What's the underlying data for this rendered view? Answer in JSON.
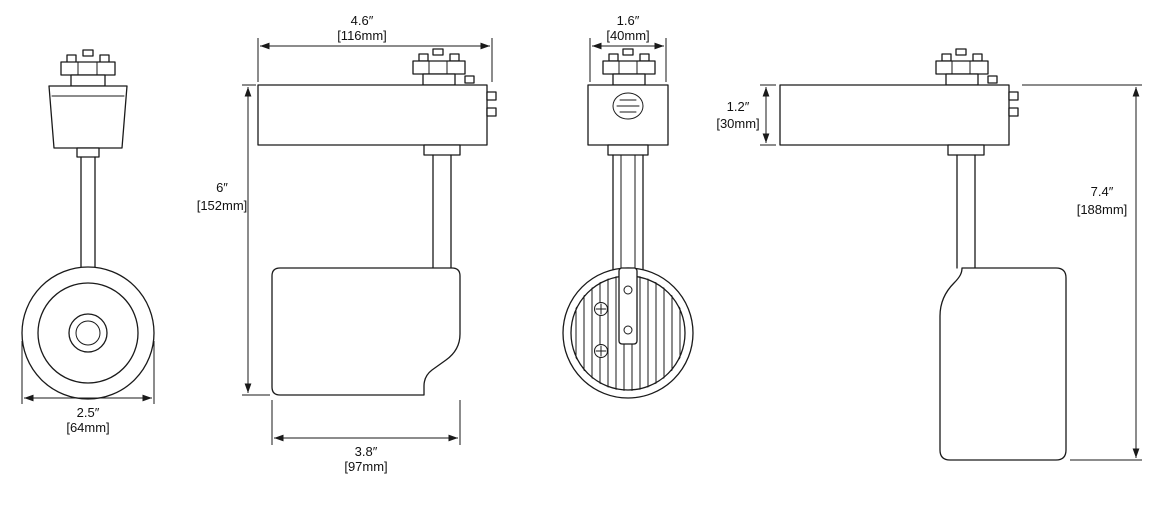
{
  "colors": {
    "line": "#1a1a1a",
    "background": "#ffffff"
  },
  "views": {
    "front": {
      "dim_width": {
        "in": "2.5″",
        "mm": "[64mm]"
      }
    },
    "side": {
      "dim_width": {
        "in": "4.6″",
        "mm": "[116mm]"
      },
      "dim_height": {
        "in": "6″",
        "mm": "[152mm]"
      },
      "dim_body": {
        "in": "3.8″",
        "mm": "[97mm]"
      }
    },
    "head": {
      "dim_width": {
        "in": "1.6″",
        "mm": "[40mm]"
      },
      "dim_housing": {
        "in": "1.2″",
        "mm": "[30mm]"
      }
    },
    "side_down": {
      "dim_total": {
        "in": "7.4″",
        "mm": "[188mm]"
      }
    }
  }
}
